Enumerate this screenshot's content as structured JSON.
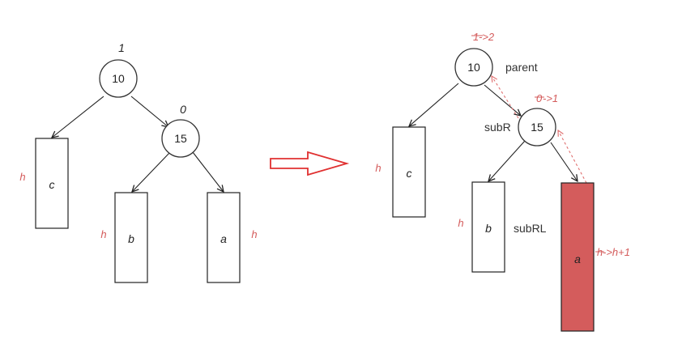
{
  "left_tree": {
    "root": {
      "key": "10",
      "balance": "1"
    },
    "right_child": {
      "key": "15",
      "balance": "0"
    },
    "subtrees": {
      "c": {
        "label": "c",
        "height": "h"
      },
      "b": {
        "label": "b",
        "height": "h"
      },
      "a": {
        "label": "a",
        "height": "h"
      }
    }
  },
  "right_tree": {
    "root": {
      "key": "10",
      "balance_old": "1",
      "balance_change": "->2",
      "role": "parent"
    },
    "right_child": {
      "key": "15",
      "balance_old": "0",
      "balance_change": "->1",
      "role": "subR"
    },
    "subtrees": {
      "c": {
        "label": "c",
        "height": "h"
      },
      "b": {
        "label": "b",
        "height": "h",
        "role": "subRL"
      },
      "a": {
        "label": "a",
        "height_old": "h",
        "height_change": "->h+1"
      }
    }
  },
  "colors": {
    "highlight": "#d45c5c",
    "arrow_outline": "#e03030",
    "line": "#222222"
  },
  "icons": {
    "transform_arrow": "hollow-right-arrow"
  }
}
